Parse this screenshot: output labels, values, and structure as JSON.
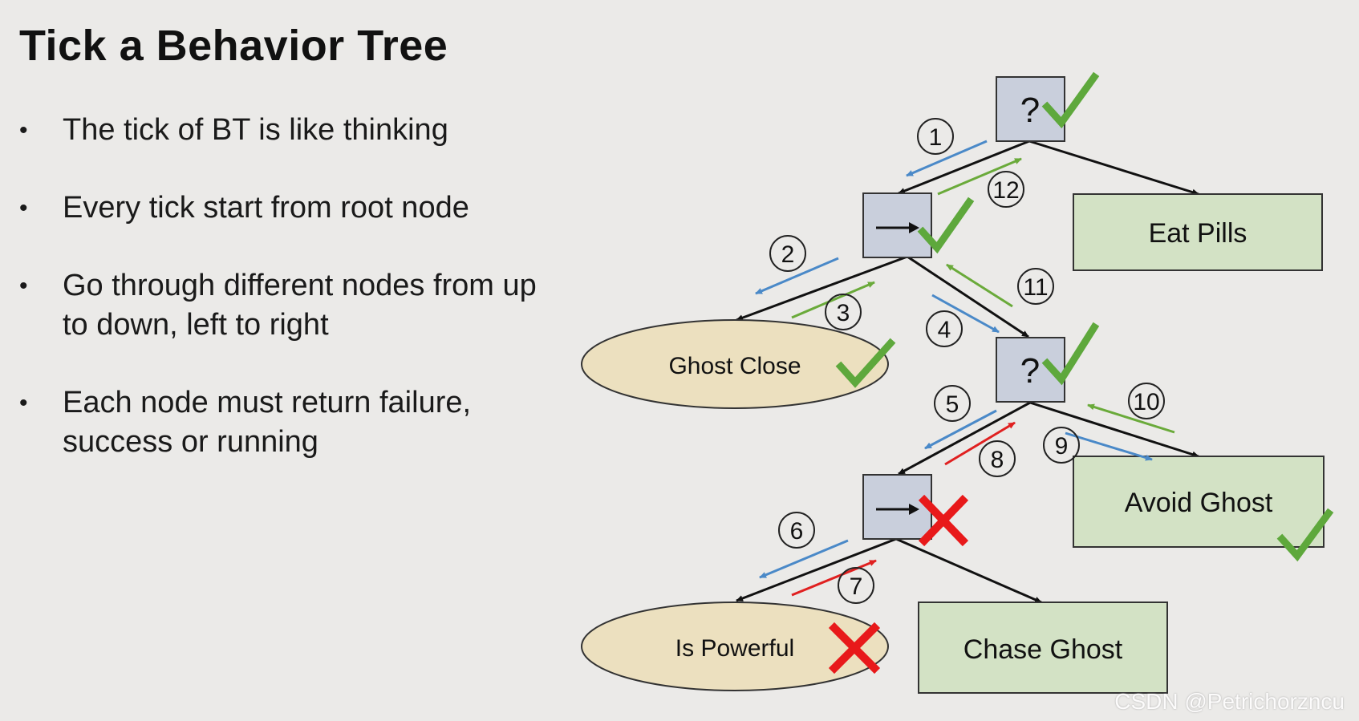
{
  "slide": {
    "title": "Tick a Behavior Tree",
    "bullets": [
      "The tick of BT is like thinking",
      "Every tick start from root node",
      "Go through different nodes from up to down, left to right",
      "Each node must return failure, success or running"
    ],
    "bullet_symbol": "•"
  },
  "tree": {
    "nodes": {
      "root_selector": {
        "symbol": "?",
        "status": "success"
      },
      "sequence_1": {
        "symbol": "→",
        "status": "success"
      },
      "selector_2": {
        "symbol": "?",
        "status": "success"
      },
      "sequence_2": {
        "symbol": "→",
        "status": "failure"
      },
      "ghost_close": {
        "label": "Ghost Close",
        "status": "success"
      },
      "eat_pills": {
        "label": "Eat Pills"
      },
      "avoid_ghost": {
        "label": "Avoid Ghost",
        "status": "success"
      },
      "is_powerful": {
        "label": "Is Powerful",
        "status": "failure"
      },
      "chase_ghost": {
        "label": "Chase Ghost"
      }
    },
    "steps": [
      "1",
      "2",
      "3",
      "4",
      "5",
      "6",
      "7",
      "8",
      "9",
      "10",
      "11",
      "12"
    ]
  },
  "colors": {
    "control_node_fill": "#c9cfdc",
    "action_node_fill": "#d3e2c5",
    "condition_node_fill": "#ece0bf",
    "tick_down_arrow": "#4a89c8",
    "success_return_arrow": "#6aaa3a",
    "failure_return_arrow": "#e02020",
    "check_mark": "#5ea83c",
    "cross_mark": "#e8191a"
  },
  "watermark": "CSDN @Petrichorzncu"
}
